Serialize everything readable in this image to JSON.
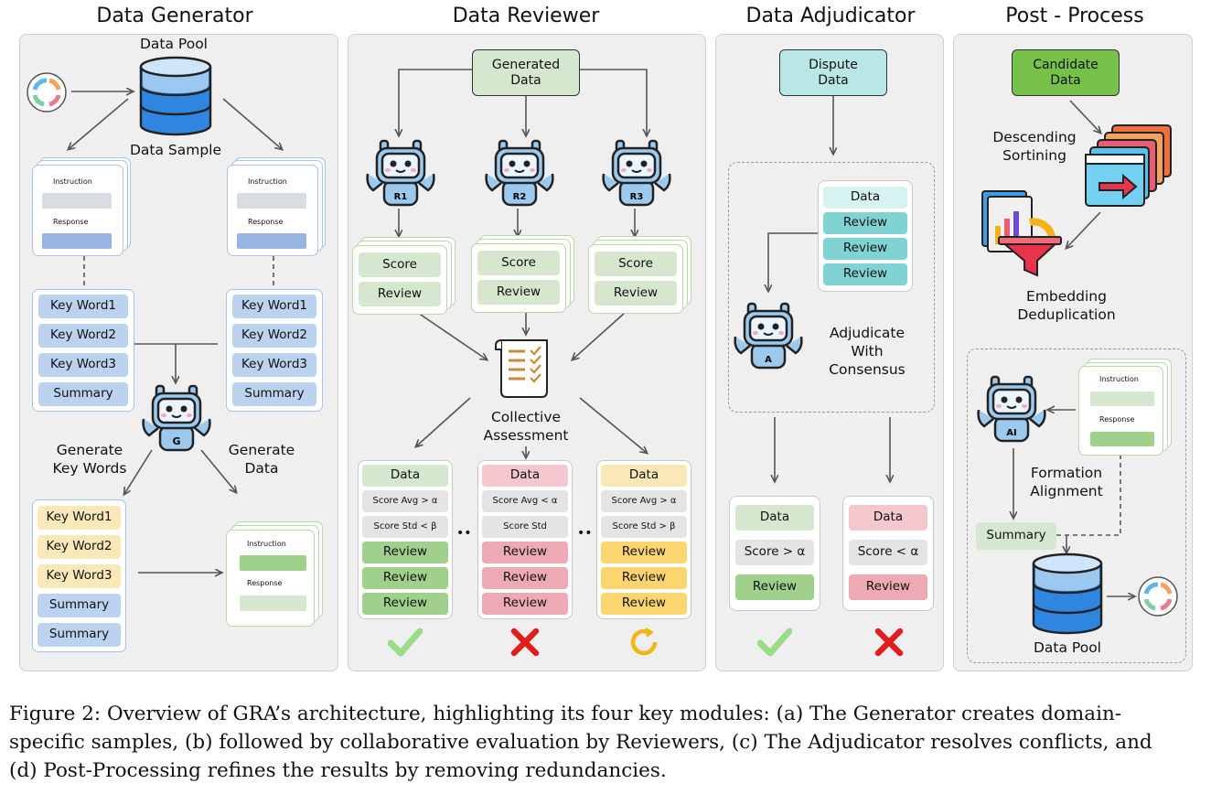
{
  "panels": {
    "generator": {
      "title": "Data Generator",
      "data_pool": "Data Pool",
      "data_sample": "Data Sample",
      "card_instruction": "Instruction",
      "card_response": "Response",
      "keywords": [
        "Key Word1",
        "Key Word2",
        "Key Word3",
        "Summary"
      ],
      "robot_label": "G",
      "generate_keywords": "Generate\nKey Words",
      "generate_data": "Generate\nData",
      "bottom_list": [
        "Key Word1",
        "Key Word2",
        "Key Word3",
        "Summary",
        "Summary"
      ]
    },
    "reviewer": {
      "title": "Data Reviewer",
      "generated_data": "Generated\nData",
      "robots": [
        "R1",
        "R2",
        "R3"
      ],
      "score": "Score",
      "review": "Review",
      "collective": "Collective\nAssessment",
      "accept_card": [
        "Data",
        "Score Avg > α",
        "Score Std < β",
        "Review",
        "Review",
        "Review"
      ],
      "reject_card": [
        "Data",
        "Score Avg < α",
        "Score Std",
        "Review",
        "Review",
        "Review"
      ],
      "retry_card": [
        "Data",
        "Score Avg > α",
        "Score Std > β",
        "Review",
        "Review",
        "Review"
      ],
      "dots": "••"
    },
    "adjudicator": {
      "title": "Data Adjudicator",
      "dispute": "Dispute\nData",
      "stack": [
        "Data",
        "Review",
        "Review",
        "Review"
      ],
      "robot_label": "A",
      "adjudicate": "Adjudicate\nWith\nConsensus",
      "accept_card": [
        "Data",
        "Score > α",
        "Review"
      ],
      "reject_card": [
        "Data",
        "Score < α",
        "Review"
      ]
    },
    "postprocess": {
      "title": "Post - Process",
      "candidate": "Candidate\nData",
      "sorting": "Descending\nSortining",
      "dedup": "Embedding\nDeduplication",
      "robot_label": "AI",
      "card_instruction": "Instruction",
      "card_response": "Response",
      "formation": "Formation\nAlignment",
      "summary": "Summary",
      "data_pool": "Data Pool"
    }
  },
  "caption": {
    "line1": "Figure 2: Overview of GRA’s architecture, highlighting its four key modules: (a) The Generator creates domain-",
    "line2": "specific samples, (b) followed by collaborative evaluation by Reviewers, (c) The Adjudicator resolves conflicts, and",
    "line3": "(d) Post-Processing refines the results by removing redundancies."
  },
  "colors": {
    "panel_bg": "#efefef",
    "blue_box": "#bcd3ef",
    "green_box": "#d5e8cf",
    "green_dark": "#9fd18d",
    "green_candidate": "#77c049",
    "red_box": "#f5c7ce",
    "red_review": "#eeaab4",
    "yellow_box": "#fbe8b8",
    "yellow_review": "#fcd56f",
    "teal_box": "#b9e7e6",
    "teal_dark": "#7fd3d2",
    "check_green": "#99dc8a",
    "cross_red": "#e01e1e",
    "retry_yellow": "#f4b316"
  }
}
